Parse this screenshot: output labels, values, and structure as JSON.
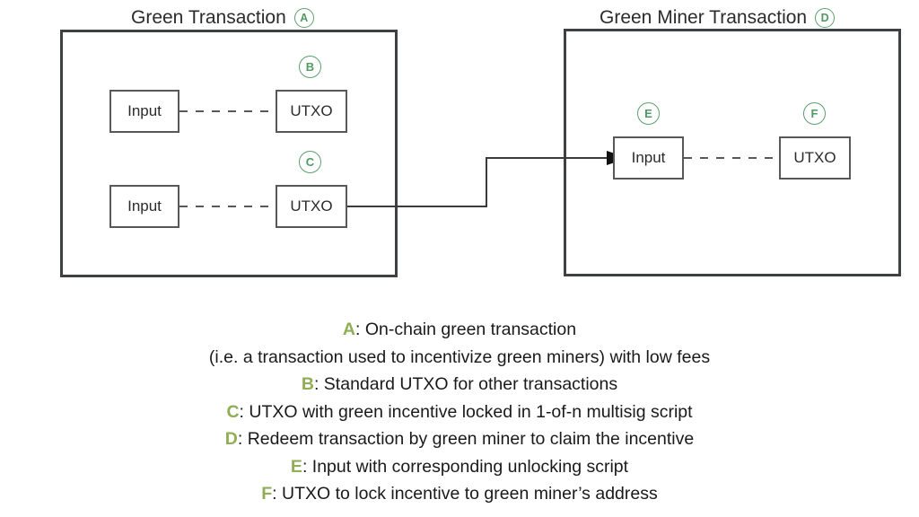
{
  "diagram": {
    "panels": [
      {
        "title": "Green Transaction",
        "badge": "A"
      },
      {
        "title": "Green Miner Transaction",
        "badge": "D"
      }
    ],
    "nodes": {
      "left_input_1": "Input",
      "left_utxo_b": "UTXO",
      "left_input_2": "Input",
      "left_utxo_c": "UTXO",
      "right_input": "Input",
      "right_utxo": "UTXO"
    },
    "badges": {
      "b": "B",
      "c": "C",
      "e": "E",
      "f": "F"
    },
    "colors": {
      "badge_green": "#4f9a63",
      "badge_ring": "#5aa06a",
      "legend_key_green": "#8fae55",
      "container_border": "#3f4044",
      "node_border": "#58585b",
      "text": "#1a1a1a"
    }
  },
  "legend": {
    "lines": [
      {
        "key": "A",
        "text": ": On-chain green transaction"
      },
      {
        "key": "",
        "text": "(i.e. a transaction used to incentivize green miners) with low fees"
      },
      {
        "key": "B",
        "text": ": Standard UTXO for other transactions"
      },
      {
        "key": "C",
        "text": ": UTXO with green incentive locked in 1-of-n multisig script"
      },
      {
        "key": "D",
        "text": ": Redeem transaction by green miner to claim the incentive"
      },
      {
        "key": "E",
        "text": ": Input with corresponding unlocking script"
      },
      {
        "key": "F",
        "text": ": UTXO to lock incentive to green miner’s address"
      }
    ]
  }
}
